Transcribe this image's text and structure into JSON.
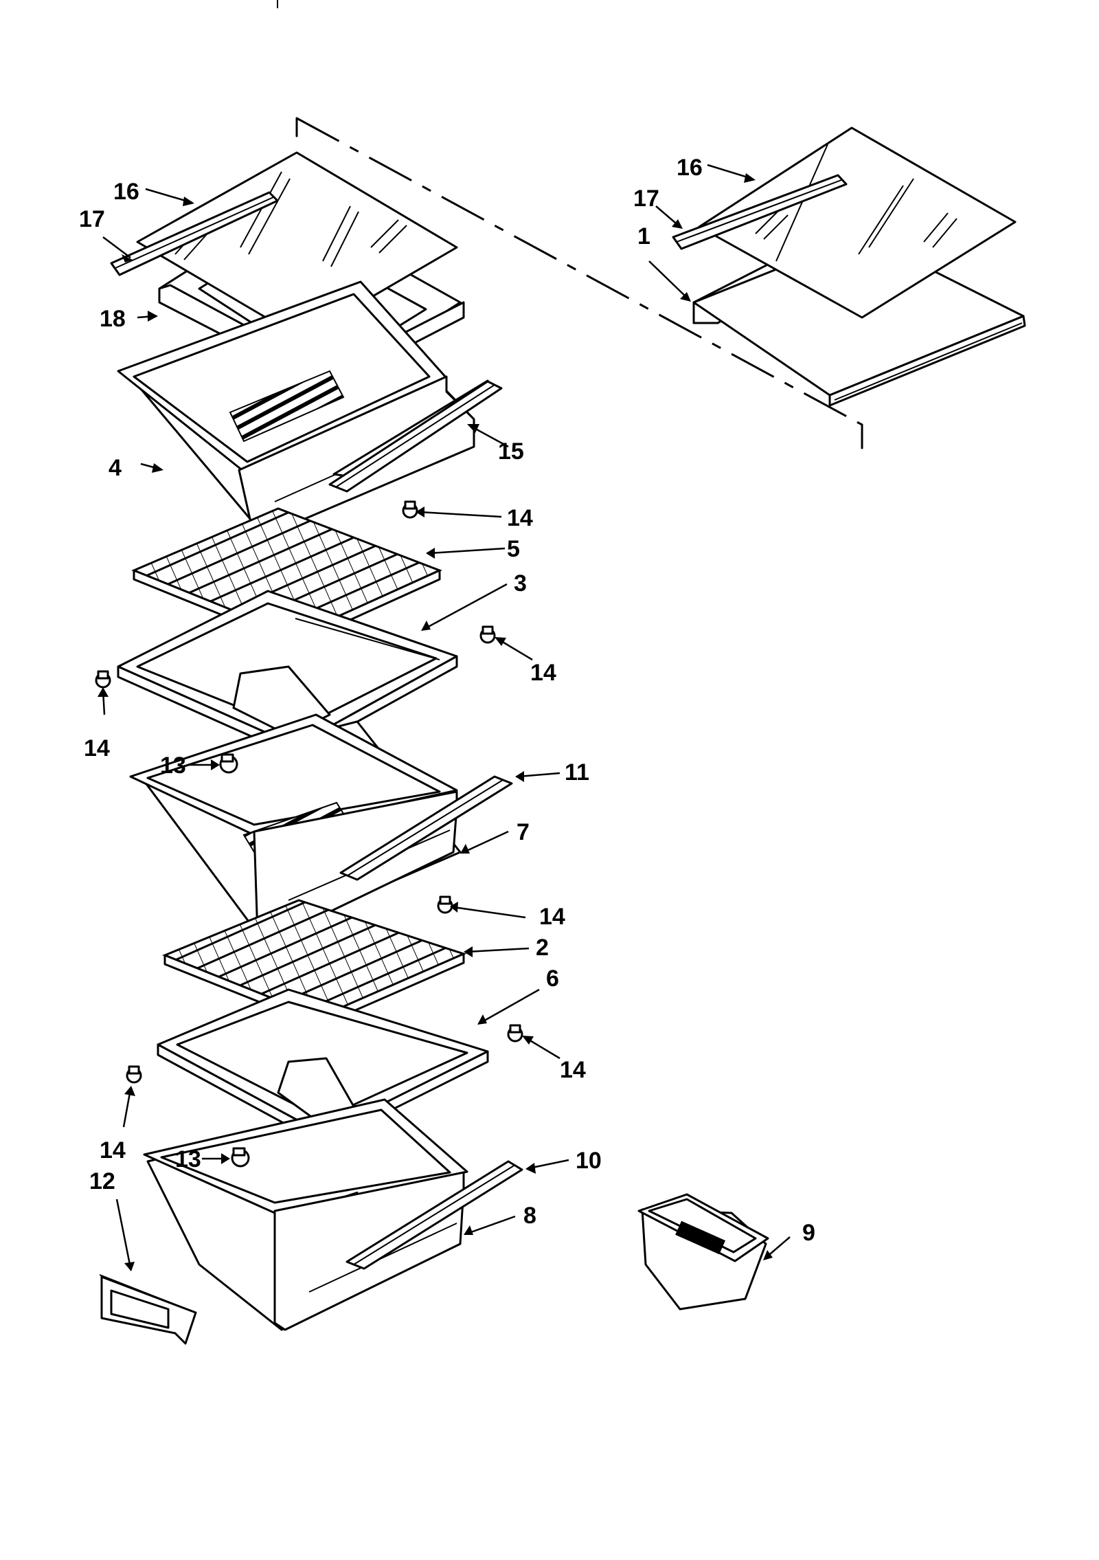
{
  "callouts": {
    "c1": "1",
    "c2": "2",
    "c3": "3",
    "c4": "4",
    "c5": "5",
    "c6": "6",
    "c7": "7",
    "c8": "8",
    "c9": "9",
    "c10": "10",
    "c11": "11",
    "c12": "12",
    "c13a": "13",
    "c13b": "13",
    "c14a": "14",
    "c14b": "14",
    "c14c": "14",
    "c14d": "14",
    "c14e": "14",
    "c14f": "14",
    "c15": "15",
    "c16a": "16",
    "c16b": "16",
    "c17a": "17",
    "c17b": "17",
    "c18": "18"
  }
}
